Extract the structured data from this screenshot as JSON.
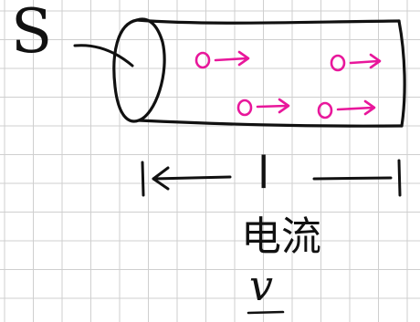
{
  "diagram": {
    "cross_section_label": "S",
    "length_label": "l",
    "current_label": "电流",
    "velocity_label": "v",
    "ink_color": "#111111",
    "charge_color": "#e8179b",
    "grid_color": "#cfcfcf",
    "background": "#ffffff"
  }
}
